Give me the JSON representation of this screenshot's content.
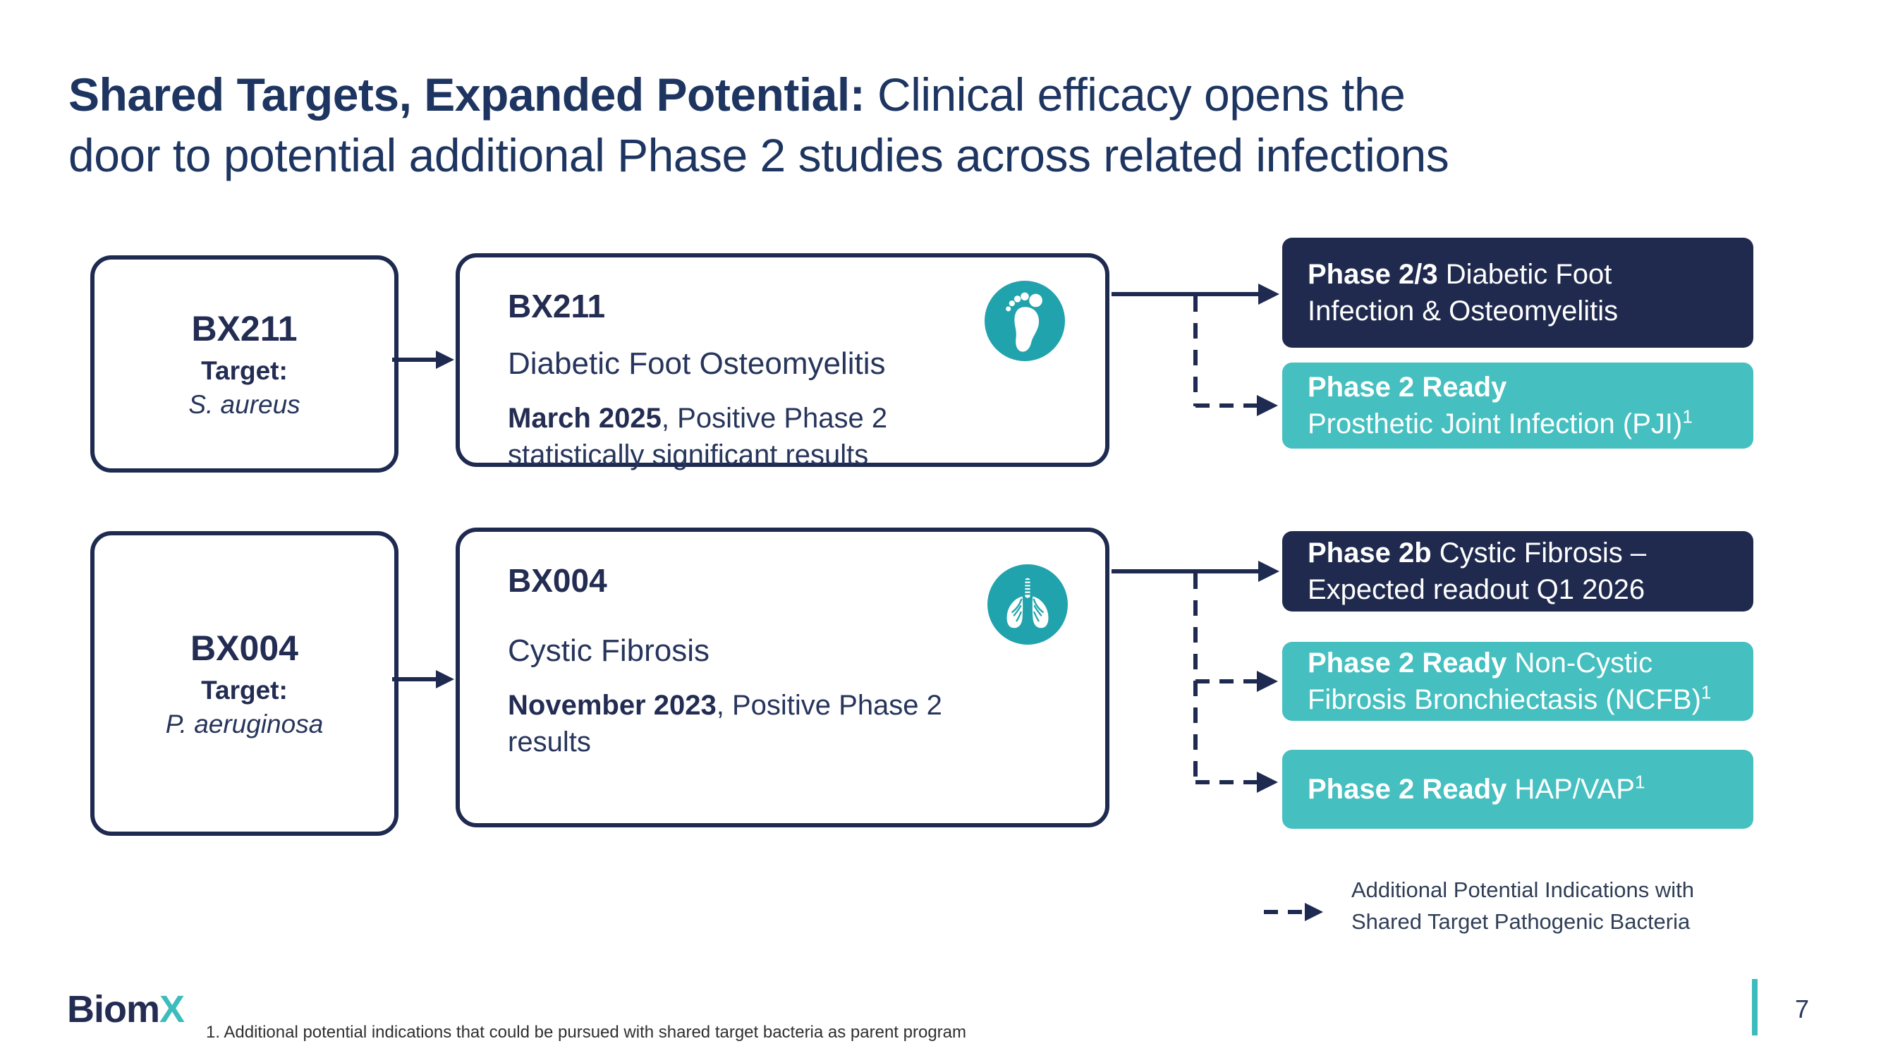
{
  "theme": {
    "navy": "#1F2A4E",
    "navy-border": "#1E2A50",
    "ink": "#1D3560",
    "ink-bold": "#232C52",
    "ink-body": "#27355C",
    "teal": "#45BFBF",
    "icon-teal": "#21A3AD"
  },
  "title": {
    "bold": "Shared Targets, Expanded Potential:",
    "rest_line1": " Clinical efficacy opens the",
    "line2": "door to potential additional Phase 2 studies across related infections"
  },
  "programs": [
    {
      "target_box": {
        "code": "BX211",
        "label": "Target:",
        "species": "S. aureus"
      },
      "info_box": {
        "code": "BX211",
        "indication": "Diabetic Foot Osteomyelitis",
        "result_bold": "March 2025",
        "result_rest": ", Positive Phase 2",
        "result_line2": "statistically significant results",
        "icon": "foot-icon"
      },
      "outcomes": [
        {
          "style": "navy",
          "bold": "Phase 2/3",
          "rest": " Diabetic Foot",
          "line2": "Infection & Osteomyelitis"
        },
        {
          "style": "teal",
          "bold": "Phase 2 Ready",
          "line2": "Prosthetic Joint Infection (PJI)",
          "sup2": "1"
        }
      ]
    },
    {
      "target_box": {
        "code": "BX004",
        "label": "Target:",
        "species": "P. aeruginosa"
      },
      "info_box": {
        "code": "BX004",
        "indication": "Cystic Fibrosis",
        "result_bold": "November 2023",
        "result_rest": ", Positive Phase 2",
        "result_line2": "results",
        "icon": "lungs-icon"
      },
      "outcomes": [
        {
          "style": "navy",
          "bold": "Phase 2b",
          "rest": " Cystic Fibrosis –",
          "line2": "Expected readout Q1 2026"
        },
        {
          "style": "teal",
          "bold": "Phase 2 Ready",
          "rest": " Non-Cystic",
          "line2": "Fibrosis Bronchiectasis (NCFB)",
          "sup2": "1"
        },
        {
          "style": "teal",
          "bold": "Phase 2 Ready",
          "rest": " HAP/VAP",
          "sup1": "1"
        }
      ]
    }
  ],
  "legend": {
    "line1": "Additional Potential Indications with",
    "line2": "Shared Target Pathogenic Bacteria"
  },
  "footer": {
    "logo_biom": "Biom",
    "logo_x": "X",
    "footnote": "1. Additional potential indications that could be pursued with shared target bacteria as parent program",
    "page": "7"
  }
}
